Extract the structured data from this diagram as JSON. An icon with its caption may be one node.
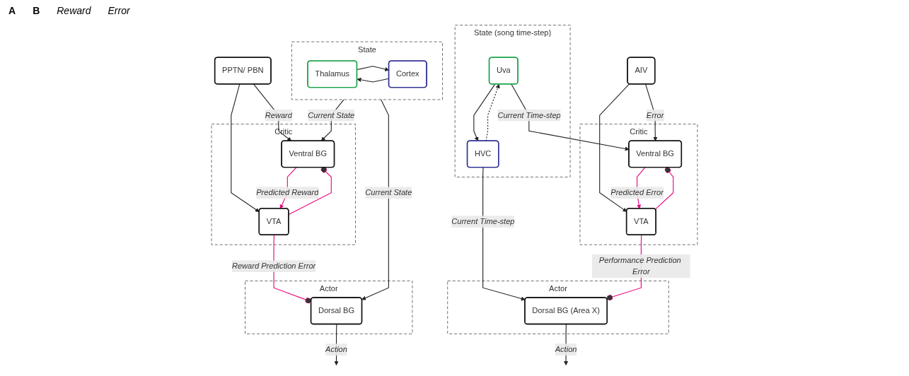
{
  "diagram": {
    "nodes": [
      {
        "text": [
          "State"
        ]
      },
      {
        "text": [
          "Thalamus"
        ],
        "in": 0
      },
      {
        "text": [
          "Cortex"
        ],
        "in": 0
      },
      {
        "text": [
          "Critic"
        ]
      },
      {
        "text": [
          "Ventral BG"
        ],
        "in": 3
      },
      {
        "text": [
          "VTA"
        ],
        "in": 3
      },
      {
        "text": [
          "Actor"
        ]
      },
      {
        "text": [
          "Dorsal BG"
        ],
        "in": 6
      },
      {
        "text": [
          "PPTN/ PBN"
        ]
      },
      {
        "text": [
          "State (song time-step)"
        ]
      },
      {
        "text": [
          "Uva"
        ],
        "in": 9
      },
      {
        "text": [
          "HVC"
        ],
        "in": 9
      },
      {
        "text": [
          "Critic"
        ]
      },
      {
        "text": [
          "Ventral BG"
        ],
        "in": 12
      },
      {
        "text": [
          "VTA"
        ],
        "in": 12
      },
      {
        "text": [
          "Actor"
        ]
      },
      {
        "text": [
          "Dorsal BG (Area X)"
        ],
        "in": 15
      },
      {
        "text": [
          "AIV"
        ]
      }
    ],
    "edges": [
      {
        "from": 1,
        "to": 2,
        "arrow": "to"
      },
      {
        "from": 2,
        "to": 1,
        "arrow": "to"
      },
      {
        "from": 0,
        "to": 4,
        "arrow": "to",
        "label": "Current State"
      },
      {
        "from": 0,
        "to": 7,
        "arrow": "to",
        "label": "Current State"
      },
      {
        "from": 8,
        "to": 4,
        "arrow": "to",
        "label": "Reward"
      },
      {
        "from": 8,
        "to": 5,
        "arrow": "to"
      },
      {
        "from": 4,
        "to": 5,
        "arrow": "to",
        "label": "Predicted Reward",
        "color": "#e6007e"
      },
      {
        "from": 5,
        "to": 4,
        "arrow": "other",
        "color": "#e6007e"
      },
      {
        "from": 5,
        "to": 7,
        "arrow": "other",
        "label": "Reward Prediction Error",
        "color": "#e6007e"
      },
      {
        "from": 7,
        "to": null,
        "arrow": "to",
        "label": "Action"
      },
      {
        "from": 10,
        "to": 11,
        "arrow": "to"
      },
      {
        "from": 11,
        "to": 10,
        "arrow": "to",
        "style": "dashed"
      },
      {
        "from": 10,
        "to": 13,
        "arrow": "to",
        "label": "Current Time-step"
      },
      {
        "from": 11,
        "to": 16,
        "arrow": "to",
        "label": "Current Time-step"
      },
      {
        "from": 17,
        "to": 13,
        "arrow": "to",
        "label": "Error"
      },
      {
        "from": 17,
        "to": 14,
        "arrow": "to"
      },
      {
        "from": 13,
        "to": 14,
        "arrow": "to",
        "label": "Predicted Error",
        "color": "#e6007e"
      },
      {
        "from": 14,
        "to": 13,
        "arrow": "other",
        "color": "#e6007e"
      },
      {
        "from": 14,
        "to": 16,
        "arrow": "other",
        "label": "Performance Prediction Error",
        "color": "#e6007e"
      },
      {
        "from": 16,
        "to": null,
        "arrow": "to",
        "label": "Action"
      }
    ],
    "labels": [
      "A",
      "B",
      "Reward",
      "Error"
    ]
  }
}
